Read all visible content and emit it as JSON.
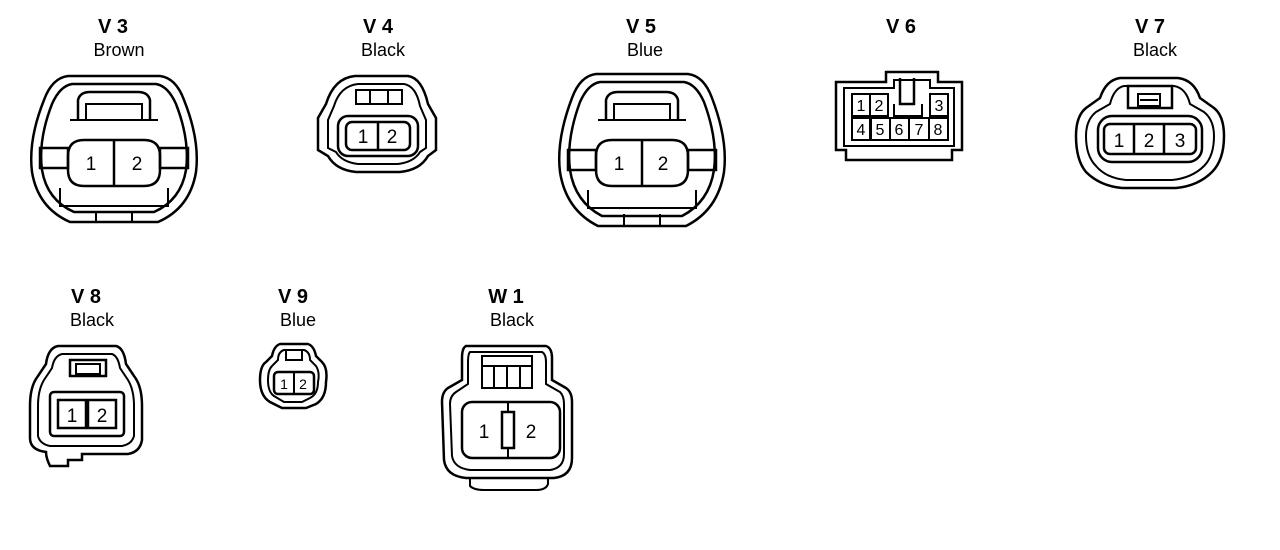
{
  "connectors": [
    {
      "code": "V 3",
      "color": "Brown",
      "pins": [
        "1",
        "2"
      ]
    },
    {
      "code": "V 4",
      "color": "Black",
      "pins": [
        "1",
        "2"
      ]
    },
    {
      "code": "V 5",
      "color": "Blue",
      "pins": [
        "1",
        "2"
      ]
    },
    {
      "code": "V 6",
      "color": "",
      "pins": [
        "1",
        "2",
        "3",
        "4",
        "5",
        "6",
        "7",
        "8"
      ]
    },
    {
      "code": "V 7",
      "color": "Black",
      "pins": [
        "1",
        "2",
        "3"
      ]
    },
    {
      "code": "V 8",
      "color": "Black",
      "pins": [
        "1",
        "2"
      ]
    },
    {
      "code": "V 9",
      "color": "Blue",
      "pins": [
        "1",
        "2"
      ]
    },
    {
      "code": "W 1",
      "color": "Black",
      "pins": [
        "1",
        "2"
      ]
    }
  ],
  "colors": {
    "line": "#000000",
    "background": "#ffffff"
  }
}
